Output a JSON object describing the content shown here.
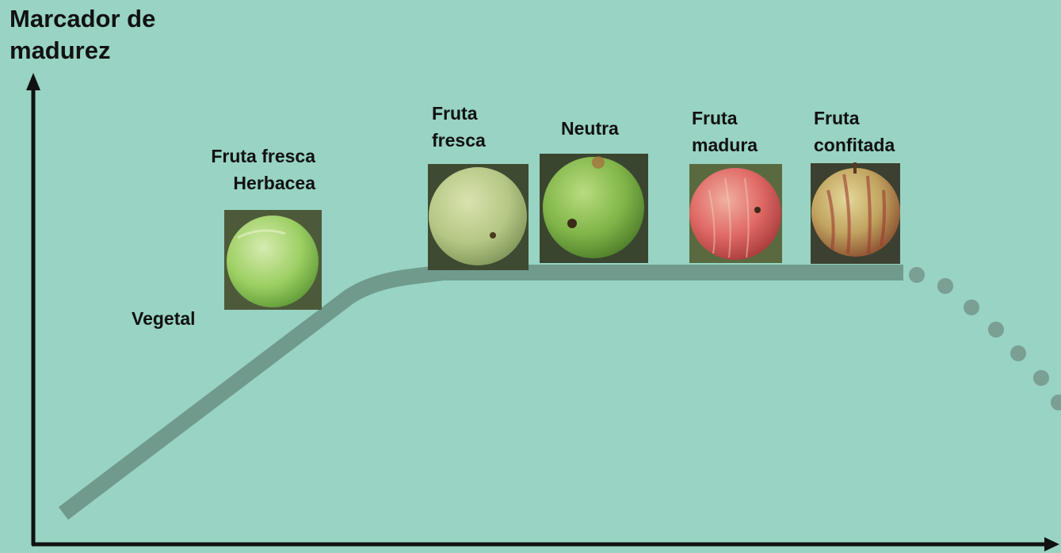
{
  "axis": {
    "y_title_line1": "Marcador de",
    "y_title_line2": "madurez"
  },
  "stages": [
    {
      "id": "vegetal",
      "lines": [
        "Vegetal"
      ],
      "apple": null
    },
    {
      "id": "fruta-fresca-herbacea",
      "lines": [
        "Fruta fresca",
        "Herbacea"
      ],
      "apple": "green-light"
    },
    {
      "id": "fruta-fresca",
      "lines": [
        "Fruta",
        "fresca"
      ],
      "apple": "green-pale"
    },
    {
      "id": "neutra",
      "lines": [
        "Neutra"
      ],
      "apple": "green"
    },
    {
      "id": "fruta-madura",
      "lines": [
        "Fruta",
        "madura"
      ],
      "apple": "red-striped"
    },
    {
      "id": "fruta-confitada",
      "lines": [
        "Fruta",
        "confitada"
      ],
      "apple": "red-green-striped"
    }
  ],
  "colors": {
    "background": "#98d3c3",
    "curve": "#6f9a8c",
    "axis": "#111111"
  }
}
